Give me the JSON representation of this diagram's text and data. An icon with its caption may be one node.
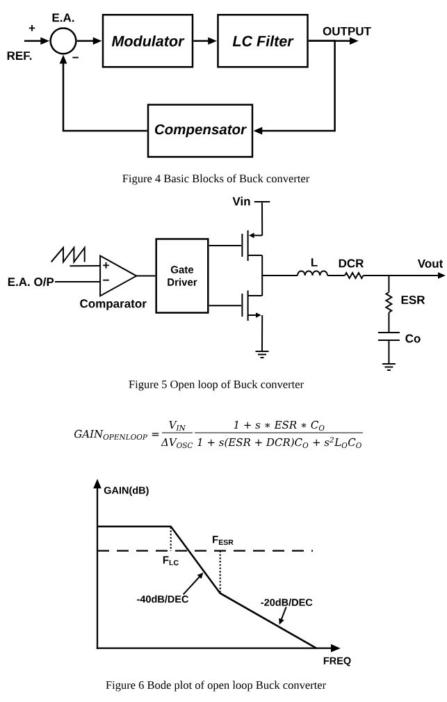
{
  "diagram": {
    "nodes": [
      {
        "text": [],
        "shape": "circle",
        "beside": [
          "E.A."
        ]
      },
      {
        "text": [
          "REF."
        ]
      },
      {
        "text": [
          "Modulator"
        ]
      },
      {
        "text": [
          "LC Filter"
        ]
      },
      {
        "text": [
          "OUTPUT"
        ]
      },
      {
        "text": [
          "Compensator"
        ]
      },
      {
        "text": [
          "Vin"
        ]
      },
      {
        "text": [],
        "shape": "transistor"
      },
      {
        "text": [],
        "shape": "picture"
      },
      {
        "text": [
          "E.A. O/P"
        ]
      },
      {
        "text": [
          "+",
          "−"
        ],
        "beside": [
          "Comparator"
        ]
      },
      {
        "text": [
          "Gate Driver"
        ]
      },
      {
        "text": [],
        "shape": "transistor"
      },
      {
        "text": [
          "L"
        ]
      },
      {
        "text": [
          "DCR"
        ]
      },
      {
        "text": [
          "Vout"
        ]
      },
      {
        "text": [
          "ESR"
        ]
      },
      {
        "text": [
          "Co"
        ]
      },
      {
        "text": [],
        "shape": "ground"
      },
      {
        "text": [],
        "shape": "ground"
      },
      {
        "text": [
          "-40dB/DEC"
        ]
      },
      {
        "text": [
          "-20dB/DEC"
        ]
      }
    ],
    "edges": [
      {
        "from": 1,
        "to": 0,
        "arrow": "to"
      },
      {
        "from": 0,
        "to": 2,
        "arrow": "to"
      },
      {
        "from": 2,
        "to": 3,
        "arrow": "to"
      },
      {
        "from": 3,
        "to": 4,
        "arrow": "to"
      },
      {
        "from": 3,
        "to": 5,
        "arrow": "to"
      },
      {
        "from": 5,
        "to": 0,
        "arrow": "to"
      },
      {
        "from": 8,
        "to": 10,
        "arrow": "none"
      },
      {
        "from": 9,
        "to": 10,
        "arrow": "none"
      },
      {
        "from": 10,
        "to": 11,
        "arrow": "none"
      },
      {
        "from": 11,
        "to": 7,
        "arrow": "none"
      },
      {
        "from": 11,
        "to": 12,
        "arrow": "none"
      },
      {
        "from": 6,
        "to": 7,
        "arrow": "none"
      },
      {
        "from": 7,
        "to": 13,
        "arrow": "none"
      },
      {
        "from": 12,
        "to": 13,
        "arrow": "none"
      },
      {
        "from": 13,
        "to": 14,
        "arrow": "none"
      },
      {
        "from": 14,
        "to": 15,
        "arrow": "to"
      },
      {
        "from": 14,
        "to": 16,
        "arrow": "none"
      },
      {
        "from": 16,
        "to": 17,
        "arrow": "none"
      },
      {
        "from": 17,
        "to": 19,
        "arrow": "none"
      },
      {
        "from": 12,
        "to": 18,
        "arrow": "none"
      },
      {
        "from": 20,
        "to": null,
        "arrow": "to"
      },
      {
        "from": 21,
        "to": null,
        "arrow": "to"
      }
    ],
    "labels": [
      "+",
      "−",
      "Figure 4 Basic Blocks of Buck converter",
      "Figure 5 Open loop of Buck converter",
      "GAIN$_{OPENLOOP}$ =",
      "V$_{IN}$",
      "1 + s ∗ ESR ∗ C$_{O}$",
      "ΔV$_{OSC}$",
      "1 + s(ESR + DCR)C$_{O}$ + s$^{2}$L$_{O}$C$_{O}$",
      "GAIN(dB)",
      "F$_{ESR}$",
      "F$_{LC}$",
      "FREQ",
      "Figure 6 Bode plot of open loop Buck converter"
    ]
  }
}
